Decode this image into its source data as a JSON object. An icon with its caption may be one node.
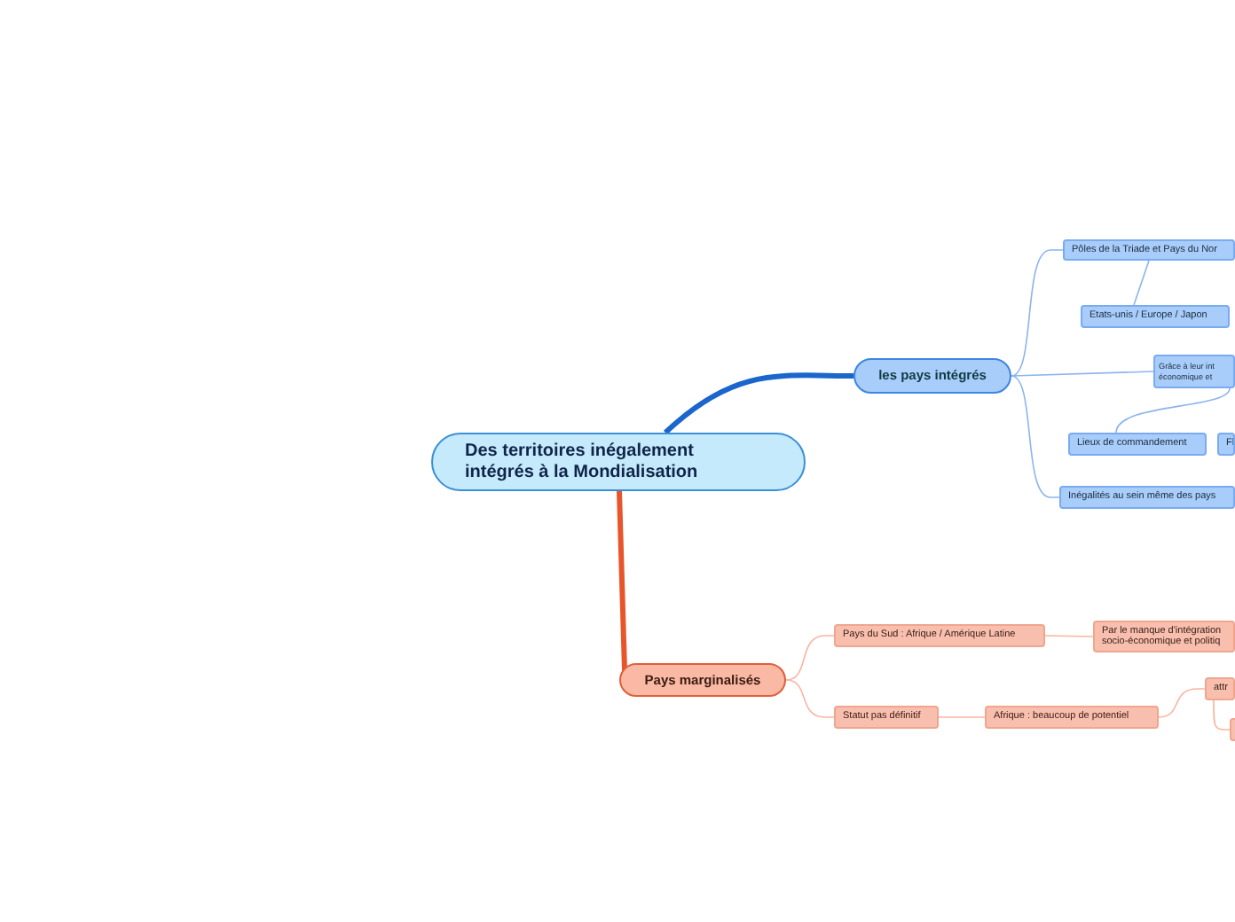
{
  "diagram": {
    "nodes": [
      {
        "text": [
          "Des territoires inégalement intégrés à la Mondialisation"
        ]
      },
      {
        "text": [
          "les pays intégrés"
        ]
      },
      {
        "text": [
          "Pôles de la Triade et Pays du Nor"
        ]
      },
      {
        "text": [
          "Etats-unis / Europe / Japon"
        ]
      },
      {
        "text": [
          "Grâce à leur int économique et"
        ]
      },
      {
        "text": [
          "Lieux de commandement"
        ]
      },
      {
        "text": [
          "Fl"
        ]
      },
      {
        "text": [
          "Inégalités au sein même des pays"
        ]
      },
      {
        "text": [
          "Pays marginalisés"
        ]
      },
      {
        "text": [
          "Pays du Sud : Afrique / Amérique Latine"
        ]
      },
      {
        "text": [
          "Par le manque d'intégration socio-économique et politiq"
        ]
      },
      {
        "text": [
          "Statut pas définitif"
        ]
      },
      {
        "text": [
          "Afrique : beaucoup de  potentiel"
        ]
      },
      {
        "text": [
          "attr"
        ]
      },
      {
        "text": [],
        "shape": "box"
      }
    ],
    "edges": [
      {
        "from": 0,
        "to": 1,
        "arrow": "none",
        "style": "thick",
        "color": "#1a66cc"
      },
      {
        "from": 1,
        "to": 2,
        "arrow": "none",
        "color": "#8cb4ef"
      },
      {
        "from": 2,
        "to": 3,
        "arrow": "none",
        "color": "#8cb4ef"
      },
      {
        "from": 1,
        "to": 4,
        "arrow": "none",
        "color": "#8cb4ef"
      },
      {
        "from": 4,
        "to": 5,
        "arrow": "none",
        "color": "#8cb4ef"
      },
      {
        "from": 1,
        "to": 7,
        "arrow": "none",
        "color": "#8cb4ef"
      },
      {
        "from": 0,
        "to": 8,
        "arrow": "none",
        "style": "thick",
        "color": "#e8552a"
      },
      {
        "from": 8,
        "to": 9,
        "arrow": "none",
        "color": "#f7b59f"
      },
      {
        "from": 9,
        "to": 10,
        "arrow": "none",
        "color": "#f7b59f"
      },
      {
        "from": 8,
        "to": 11,
        "arrow": "none",
        "color": "#f7b59f"
      },
      {
        "from": 11,
        "to": 12,
        "arrow": "none",
        "color": "#f7b59f"
      },
      {
        "from": 12,
        "to": 13,
        "arrow": "none",
        "color": "#f7b59f"
      },
      {
        "from": 13,
        "to": 14,
        "arrow": "none",
        "color": "#f7b59f"
      }
    ]
  }
}
